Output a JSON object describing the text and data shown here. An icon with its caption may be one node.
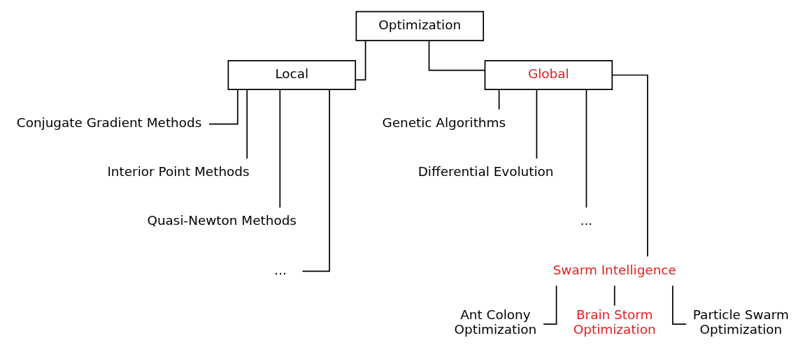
{
  "diagram": {
    "nodes": [
      {
        "text": [
          "Optimization"
        ]
      },
      {
        "text": [
          "Local"
        ]
      },
      {
        "text": [
          "Global"
        ]
      },
      {
        "text": [
          "Conjugate Gradient Methods"
        ]
      },
      {
        "text": [
          "Interior Point Methods"
        ]
      },
      {
        "text": [
          "Quasi-Newton Methods"
        ]
      },
      {
        "text": [
          "..."
        ]
      },
      {
        "text": [
          "Genetic Algorithms"
        ]
      },
      {
        "text": [
          "Differential Evolution"
        ]
      },
      {
        "text": [
          "..."
        ]
      },
      {
        "text": [
          "Swarm Intelligence"
        ]
      },
      {
        "text": [
          "Ant Colony Optimization"
        ]
      },
      {
        "text": [
          "Brain Storm Optimization"
        ]
      },
      {
        "text": [
          "Particle Swarm Optimization"
        ]
      }
    ],
    "edges": [
      {
        "from": 0,
        "to": 1,
        "arrow": "none"
      },
      {
        "from": 0,
        "to": 2,
        "arrow": "none"
      },
      {
        "from": 1,
        "to": 3,
        "arrow": "none"
      },
      {
        "from": 1,
        "to": 4,
        "arrow": "none"
      },
      {
        "from": 1,
        "to": 5,
        "arrow": "none"
      },
      {
        "from": 1,
        "to": 6,
        "arrow": "none"
      },
      {
        "from": 2,
        "to": 7,
        "arrow": "none"
      },
      {
        "from": 2,
        "to": 8,
        "arrow": "none"
      },
      {
        "from": 2,
        "to": 9,
        "arrow": "none"
      },
      {
        "from": 2,
        "to": 10,
        "arrow": "none"
      },
      {
        "from": 10,
        "to": 11,
        "arrow": "none"
      },
      {
        "from": 10,
        "to": 12,
        "arrow": "none"
      },
      {
        "from": 10,
        "to": 13,
        "arrow": "none"
      }
    ]
  }
}
